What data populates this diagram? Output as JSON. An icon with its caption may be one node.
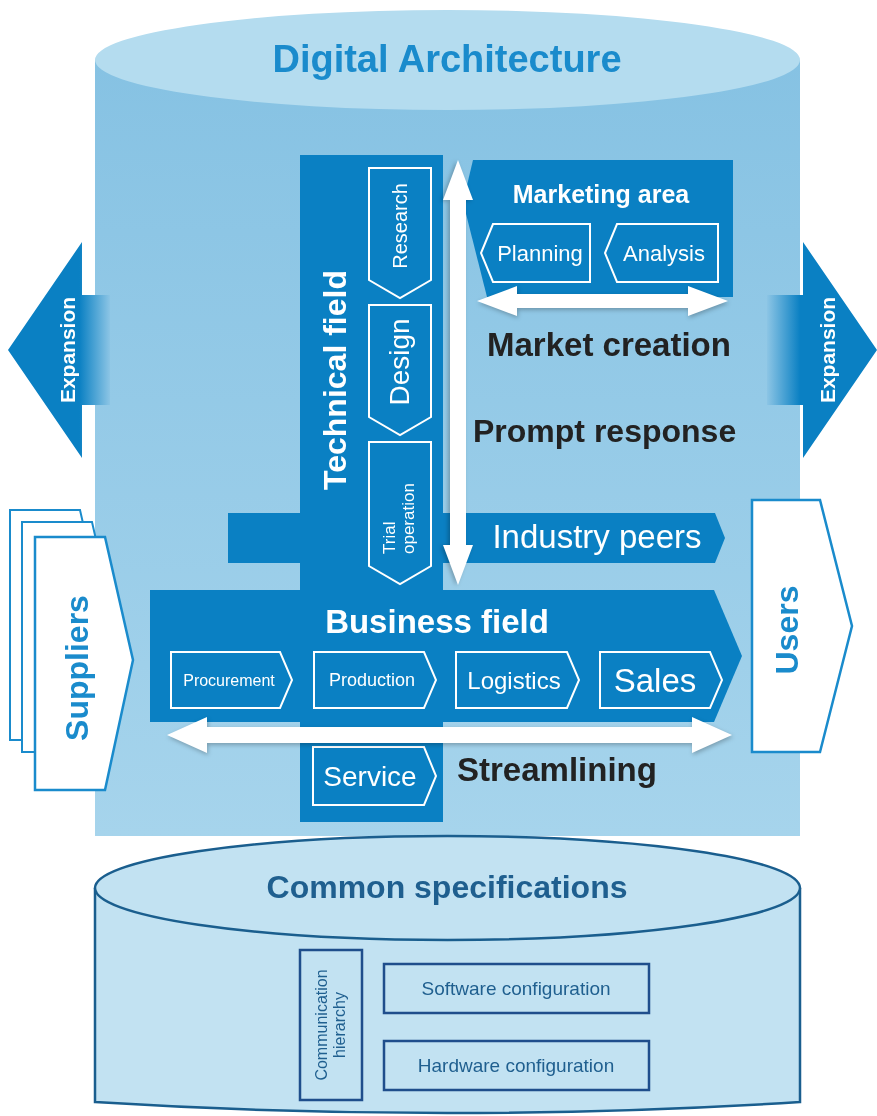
{
  "diagram": {
    "title": "Digital Architecture",
    "nodes": [
      {
        "text": [],
        "shape": "cylinder"
      },
      {
        "text": [
          "Technical field"
        ],
        "in": 0
      },
      {
        "text": [
          "Research"
        ],
        "in": 1
      },
      {
        "text": [
          "Design"
        ],
        "in": 1
      },
      {
        "text": [
          "Trial operation"
        ],
        "in": 1
      },
      {
        "text": [
          "Marketing area"
        ],
        "in": 0
      },
      {
        "text": [
          "Planning"
        ],
        "in": 5
      },
      {
        "text": [
          "Analysis"
        ],
        "in": 5
      },
      {
        "text": [
          "Industry peers"
        ],
        "in": 0
      },
      {
        "text": [
          "Business field"
        ],
        "in": 0
      },
      {
        "text": [
          "Procurement"
        ],
        "in": 9
      },
      {
        "text": [
          "Production"
        ]
      },
      {
        "text": [
          "Logistics"
        ],
        "in": 9
      },
      {
        "text": [
          "Sales"
        ],
        "in": 9
      },
      {
        "text": [
          "Service"
        ],
        "in": 1
      },
      {
        "text": [
          "Expansion"
        ]
      },
      {
        "text": [
          "Expansion"
        ]
      },
      {
        "text": [
          "Suppliers"
        ]
      },
      {
        "text": [
          "Users"
        ]
      },
      {
        "text": [
          "Common specifications"
        ]
      },
      {
        "text": [
          "Communication hierarchy"
        ],
        "in": 19
      },
      {
        "text": [
          "Software configuration"
        ],
        "in": 19
      },
      {
        "text": [
          "Hardware configuration"
        ],
        "in": 19
      }
    ],
    "edges": [
      {
        "from": 6,
        "to": 7,
        "arrow": "both"
      },
      {
        "from": 10,
        "to": 13,
        "arrow": "both"
      }
    ],
    "labels": [
      "Market creation",
      "Prompt response",
      "Streamlining"
    ]
  }
}
